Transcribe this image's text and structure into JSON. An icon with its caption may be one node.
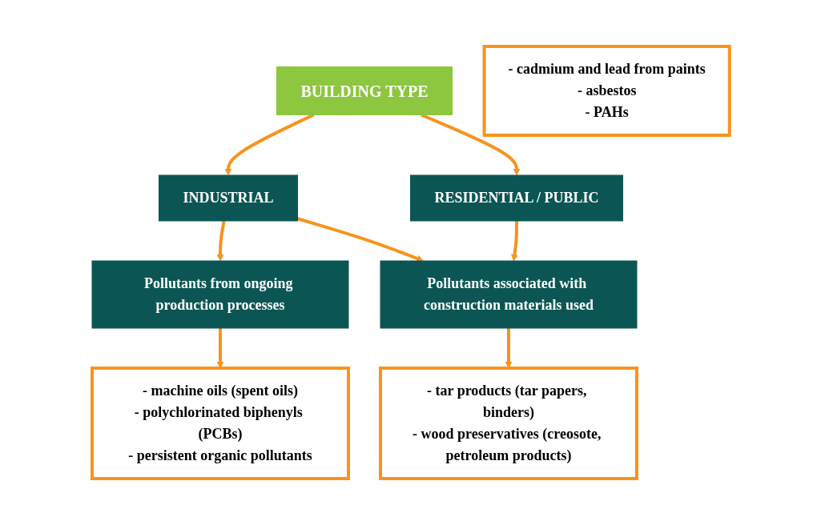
{
  "diagram": {
    "nodes": [
      {
        "text": [
          "BUILDING TYPE"
        ]
      },
      {
        "text": [
          "INDUSTRIAL"
        ]
      },
      {
        "text": [
          "RESIDENTIAL / PUBLIC"
        ]
      },
      {
        "text": [
          "Pollutants from ongoing production processes"
        ]
      },
      {
        "text": [
          "Pollutants associated with construction materials used"
        ]
      },
      {
        "text": [
          "- machine oils (spent oils)",
          "- polychlorinated biphenyls (PCBs)",
          "- persistent organic pollutants"
        ]
      },
      {
        "text": [
          "- cadmium and lead from paints",
          "- asbestos",
          "- PAHs"
        ]
      },
      {
        "text": [
          "- tar products (tar papers, binders)",
          "- wood preservatives (creosote, petroleum products)"
        ]
      }
    ],
    "edges": [
      {
        "from": 0,
        "to": 1,
        "arrow": "to"
      },
      {
        "from": 0,
        "to": 2,
        "arrow": "to"
      },
      {
        "from": 1,
        "to": 3,
        "arrow": "to"
      },
      {
        "from": 1,
        "to": 4,
        "arrow": "to"
      },
      {
        "from": 2,
        "to": 4,
        "arrow": "to"
      },
      {
        "from": 3,
        "to": 5,
        "arrow": "to"
      },
      {
        "from": 4,
        "to": 7,
        "arrow": "to"
      }
    ]
  }
}
